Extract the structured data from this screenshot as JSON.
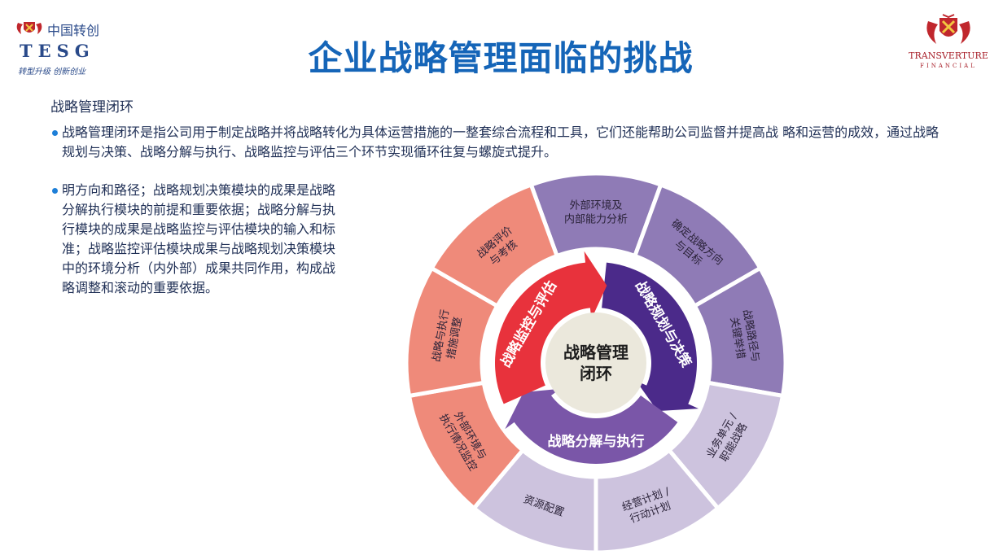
{
  "logo_left": {
    "cn_name": "中国转创",
    "brand": "TESG",
    "slogan": "转型升级 创新创业"
  },
  "logo_right": {
    "name": "TRANSVERTURE",
    "sub": "FINANCIAL"
  },
  "title": "企业战略管理面临的挑战",
  "section_heading": "战略管理闭环",
  "bullets": [
    "战略管理闭环是指公司用于制定战略并将战略转化为具体运营措施的一整套综合流程和工具，它们还能帮助公司监督并提高战 略和运营的成效，通过战略规划与决策、战略分解与执行、战略监控与评估三个环节实现循环往复与螺旋式提升。",
    "明方向和路径；战略规划决策模块的成果是战略分解执行模块的前提和重要依据；战略分解与执行模块的成果是战略监控与评估模块的输入和标准；战略监控评估模块成果与战略规划决策模块中的环境分析（内外部）成果共同作用，构成战略调整和滚动的重要依据。"
  ],
  "diagram": {
    "center": [
      "战略管理",
      "闭环"
    ],
    "arrows": [
      "战略规划与决策",
      "战略分解与执行",
      "战略监控与评估"
    ],
    "segments": [
      {
        "lines": [
          "外部环境及",
          "内部能力分析"
        ],
        "group": "planning"
      },
      {
        "lines": [
          "确定战略方向",
          "与目标"
        ],
        "group": "planning"
      },
      {
        "lines": [
          "战略路径与",
          "关键举措"
        ],
        "group": "planning"
      },
      {
        "lines": [
          "业务单元 /",
          "职能战略"
        ],
        "group": "execution"
      },
      {
        "lines": [
          "经营计划 /",
          "行动计划"
        ],
        "group": "execution"
      },
      {
        "lines": [
          "资源配置"
        ],
        "group": "execution"
      },
      {
        "lines": [
          "外部环境与",
          "执行情况监控"
        ],
        "group": "monitoring"
      },
      {
        "lines": [
          "战略与执行",
          "措施调整"
        ],
        "group": "monitoring"
      },
      {
        "lines": [
          "战略评价",
          "与考核"
        ],
        "group": "monitoring"
      }
    ],
    "colors": {
      "planning": "#8f7bb6",
      "execution": "#cdc3de",
      "monitoring": "#ef8a7a",
      "arrow_planning": "#4b2a8a",
      "arrow_execution": "#7a56a8",
      "arrow_monitoring": "#e8323c",
      "center_fill": "#ebe8dc"
    }
  }
}
